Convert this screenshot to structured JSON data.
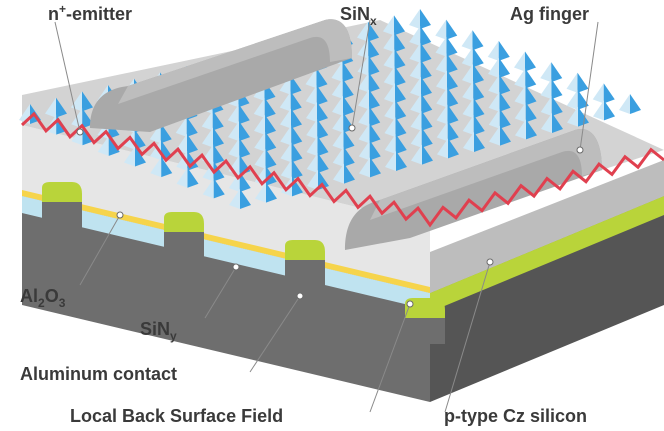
{
  "labels": {
    "emitter_base": "n",
    "emitter_sup": "+",
    "emitter_rest": "-emitter",
    "sinx_base": "SiN",
    "sinx_sub": "x",
    "ag_finger": "Ag finger",
    "al2o3_a": "Al",
    "al2o3_sub1": "2",
    "al2o3_b": "O",
    "al2o3_sub2": "3",
    "siny_base": "SiN",
    "siny_sub": "y",
    "aluminum_contact": "Aluminum contact",
    "local_bsf": "Local Back Surface Field",
    "p_type": "p-type Cz silicon"
  },
  "colors": {
    "pyramid_light": "#cfe8f6",
    "pyramid_dark": "#3a9fe0",
    "emitter_line": "#e0404f",
    "silicon_front": "#e6e6e6",
    "silicon_top": "#d3d3d3",
    "ag_finger": "#a9a9a9",
    "aluminum": "#6e6e6e",
    "aluminum_side": "#555555",
    "siny_layer": "#bfe3f0",
    "al2o3_layer": "#f6d44b",
    "lbsf": "#b9d43a",
    "lbsf_dark": "#9ab72b"
  }
}
